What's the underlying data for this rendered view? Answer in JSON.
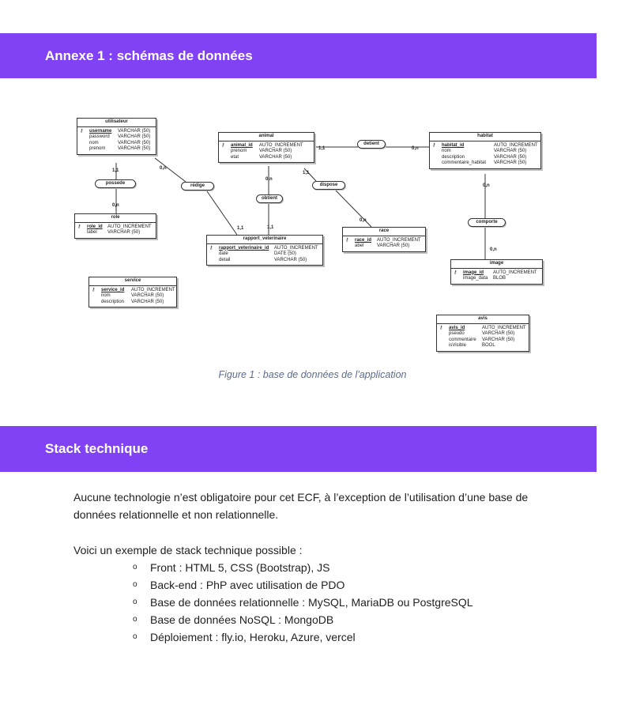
{
  "section1": {
    "title": "Annexe 1 : schémas de données",
    "caption": "Figure 1 : base de données de l'application"
  },
  "diagram": {
    "entities": {
      "utilisateur": {
        "title": "utilisateur",
        "attrs": [
          {
            "name": "username",
            "type": "VARCHAR (50)",
            "pk": true
          },
          {
            "name": "password",
            "type": "VARCHAR (50)"
          },
          {
            "name": "nom",
            "type": "VARCHAR (50)"
          },
          {
            "name": "prenom",
            "type": "VARCHAR (50)"
          }
        ]
      },
      "animal": {
        "title": "animal",
        "attrs": [
          {
            "name": "animal_id",
            "type": "AUTO_INCREMENT",
            "pk": true
          },
          {
            "name": "prenom",
            "type": "VARCHAR (50)"
          },
          {
            "name": "etat",
            "type": "VARCHAR (50)"
          }
        ]
      },
      "habitat": {
        "title": "habitat",
        "attrs": [
          {
            "name": "habitat_id",
            "type": "AUTO_INCREMENT",
            "pk": true
          },
          {
            "name": "nom",
            "type": "VARCHAR (50)"
          },
          {
            "name": "description",
            "type": "VARCHAR (50)"
          },
          {
            "name": "commentaire_habitat",
            "type": "VARCHAR (50)"
          }
        ]
      },
      "role": {
        "title": "role",
        "attrs": [
          {
            "name": "role_id",
            "type": "AUTO_INCREMENT",
            "pk": true
          },
          {
            "name": "label",
            "type": "VARCHAR (50)"
          }
        ]
      },
      "rapport_veterinaire": {
        "title": "rapport_veterinaire",
        "attrs": [
          {
            "name": "rapport_veterinaire_id",
            "type": "AUTO_INCREMENT",
            "pk": true
          },
          {
            "name": "date",
            "type": "DATE (50)"
          },
          {
            "name": "detail",
            "type": "VARCHAR (50)"
          }
        ]
      },
      "race": {
        "title": "race",
        "attrs": [
          {
            "name": "race_id",
            "type": "AUTO_INCREMENT",
            "pk": true
          },
          {
            "name": "abel",
            "type": "VARCHAR (50)"
          }
        ]
      },
      "image": {
        "title": "image",
        "attrs": [
          {
            "name": "image_id",
            "type": "AUTO_INCREMENT",
            "pk": true
          },
          {
            "name": "image_data",
            "type": "BLOB"
          }
        ]
      },
      "service": {
        "title": "service",
        "attrs": [
          {
            "name": "service_id",
            "type": "AUTO_INCREMENT",
            "pk": true
          },
          {
            "name": "nom",
            "type": "VARCHAR (50)"
          },
          {
            "name": "description",
            "type": "VARCHAR (50)"
          }
        ]
      },
      "avis": {
        "title": "avis",
        "attrs": [
          {
            "name": "avis_id",
            "type": "AUTO_INCREMENT",
            "pk": true
          },
          {
            "name": "pseudo",
            "type": "VARCHAR (50)"
          },
          {
            "name": "commentaire",
            "type": "VARCHAR (50)"
          },
          {
            "name": "isVisible",
            "type": "BOOL"
          }
        ]
      }
    },
    "relations": {
      "possede": "possede",
      "redige": "rédige",
      "obtient": "obtient",
      "dispose": "dispose",
      "detient": "detient",
      "comporte": "comporte"
    },
    "cardinalities": {
      "utilisateur_possede": "1,1",
      "role_possede": "0,n",
      "utilisateur_redige": "0,n",
      "rapport_redige": "1,1",
      "animal_obtient": "0,n",
      "rapport_obtient": "1,1",
      "animal_dispose": "1,1",
      "race_dispose": "0,n",
      "animal_detient": "1,1",
      "habitat_detient": "0,n",
      "habitat_comporte": "0,n",
      "image_comporte": "0,n"
    },
    "key_icon": "key-icon"
  },
  "section2": {
    "title": "Stack technique",
    "intro": "Aucune technologie n’est obligatoire pour cet ECF, à l’exception de l’utilisation d’une base de données relationnelle et non relationnelle.",
    "example": "Voici un exemple de stack technique possible :",
    "bullet_char": "o",
    "items": [
      "Front : HTML 5, CSS (Bootstrap), JS",
      "Back-end : PhP avec utilisation de PDO",
      "Base de données relationnelle : MySQL, MariaDB ou PostgreSQL",
      "Base de données NoSQL : MongoDB",
      "Déploiement : fly.io, Heroku, Azure, vercel"
    ]
  },
  "colors": {
    "banner": "#8142f5",
    "caption": "#5b6c8f"
  }
}
